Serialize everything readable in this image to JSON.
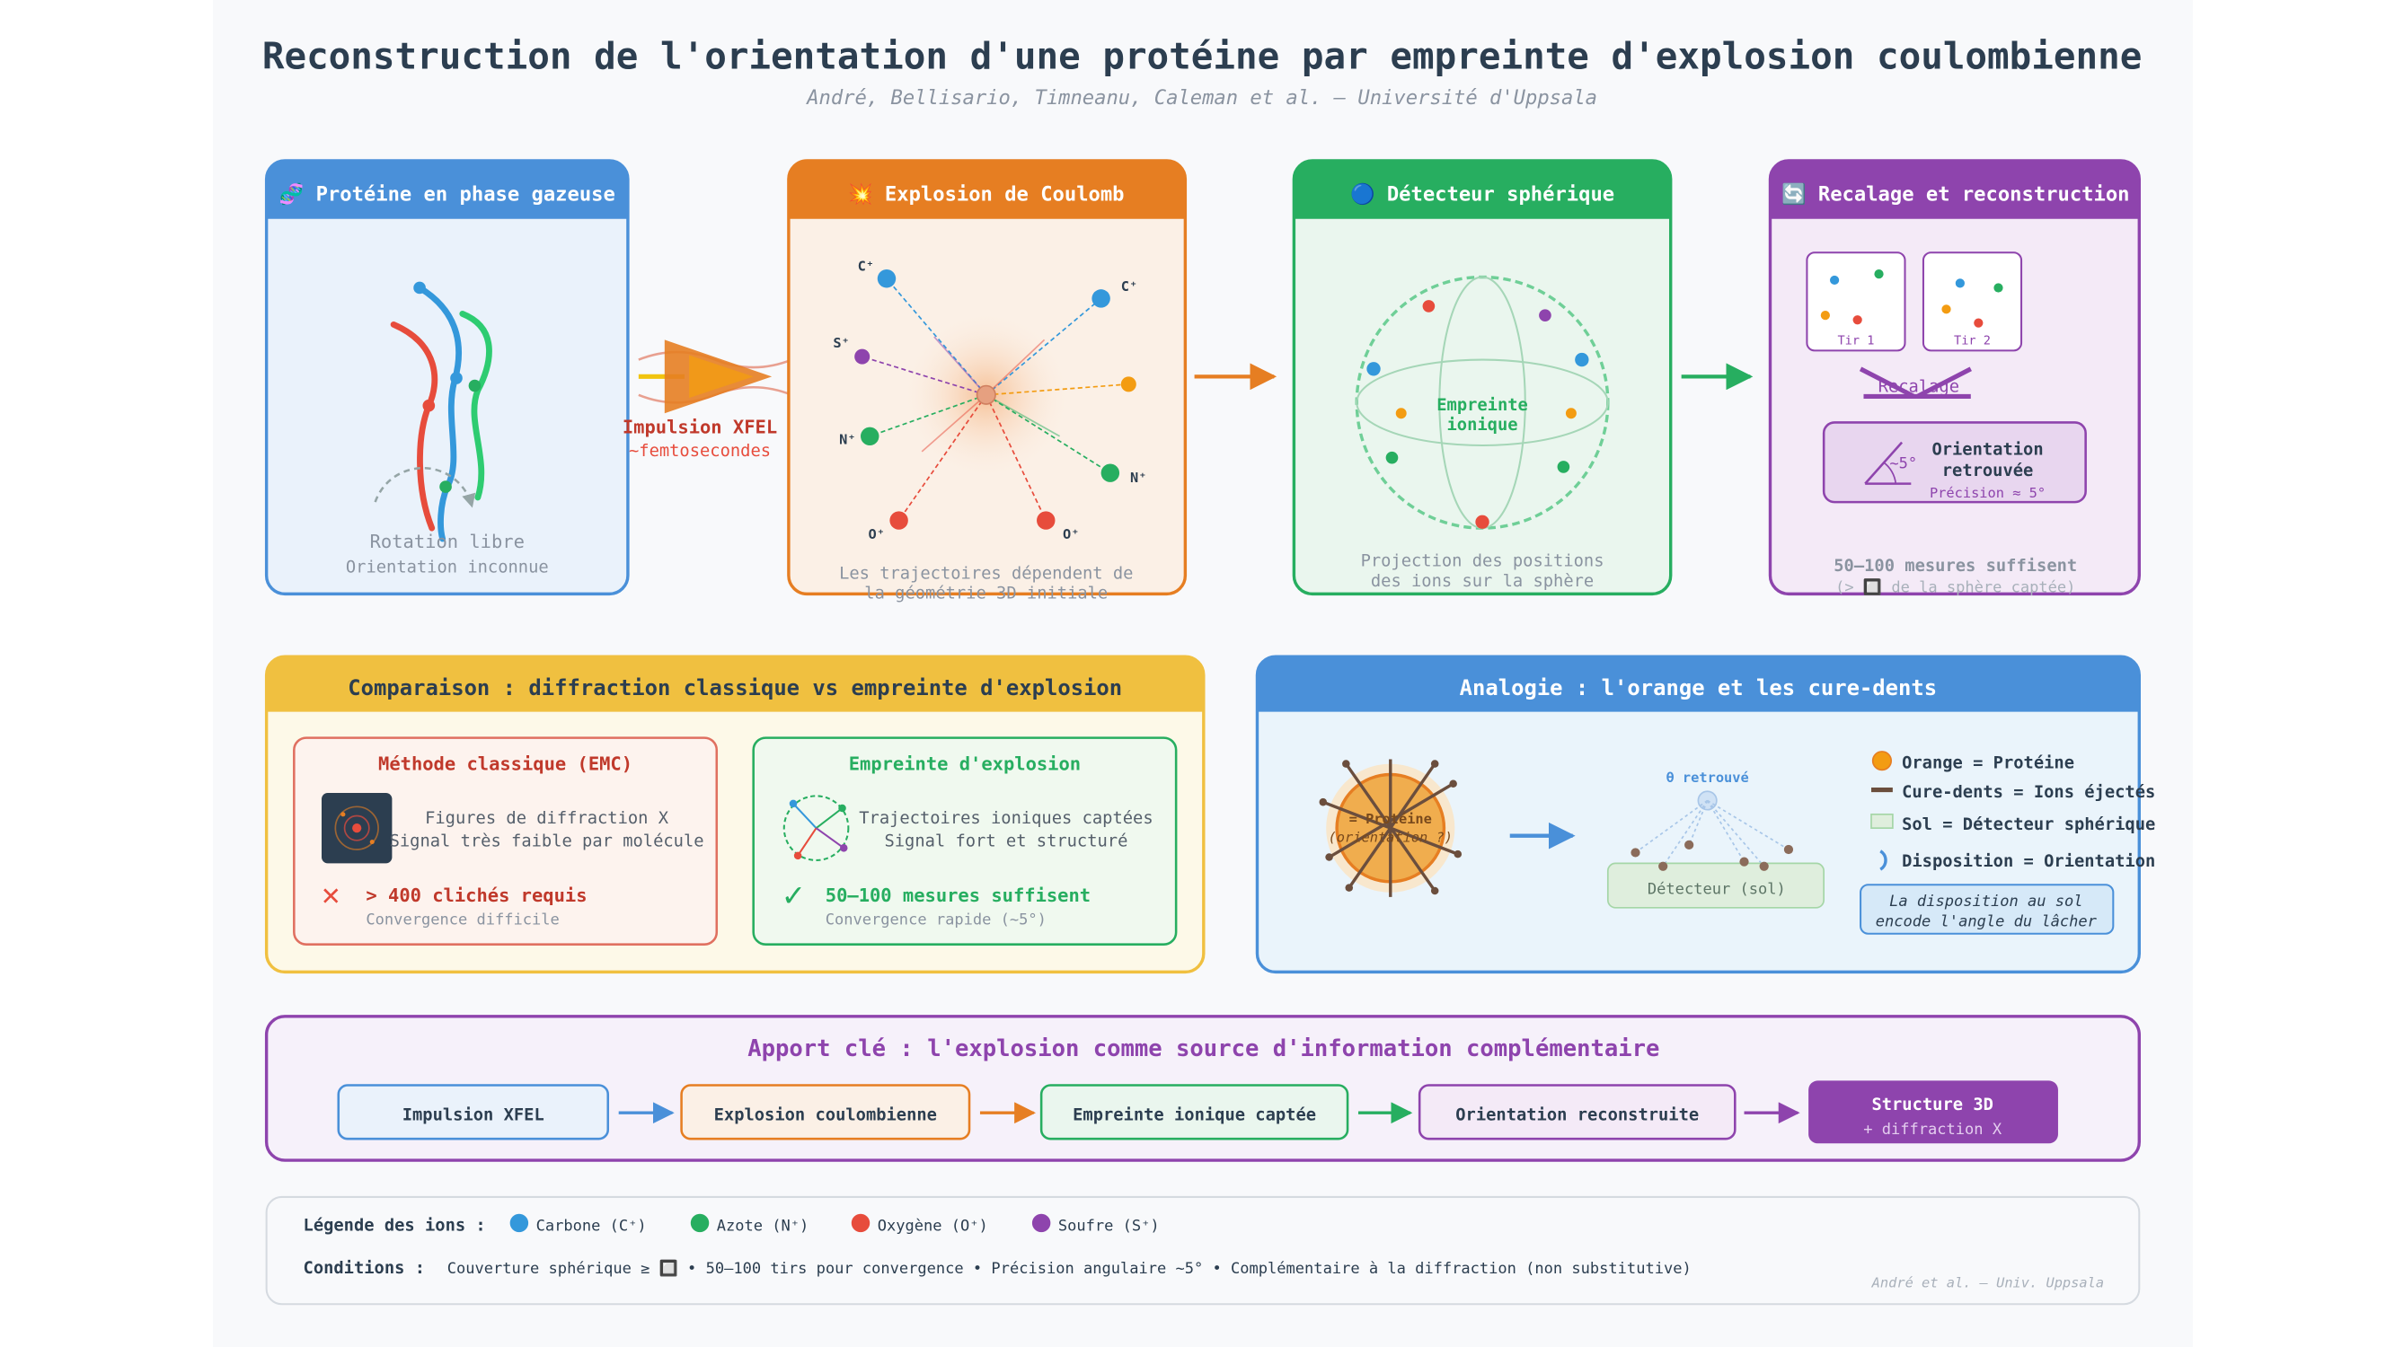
{
  "header": {
    "title": "Reconstruction de l'orientation d'une protéine par empreinte d'explosion coulombienne",
    "subtitle": "André, Bellisario, Timneanu, Caleman et al. — Université d'Uppsala"
  },
  "colors": {
    "blue": "#4a90d9",
    "orange": "#e67e22",
    "green": "#27ae60",
    "purple": "#8e44ad",
    "yellow": "#f0c040",
    "red": "#e74c3c",
    "carbon": "#3498db",
    "nitrogen": "#27ae60",
    "oxygen": "#e74c3c",
    "sulfur": "#8e44ad",
    "title": "#2c3e50"
  },
  "panels": {
    "protein": {
      "header": "🧬 Protéine en phase gazeuse",
      "caption1": "Rotation libre",
      "caption2": "Orientation inconnue"
    },
    "pulse": {
      "label": "Impulsion XFEL",
      "sublabel": "~femtosecondes"
    },
    "explosion": {
      "header": "💥 Explosion de Coulomb",
      "ions": [
        "C⁺",
        "C⁺",
        "S⁺",
        "N⁺",
        "N⁺",
        "O⁺",
        "O⁺"
      ],
      "caption1": "Les trajectoires dépendent de",
      "caption2": "la géométrie 3D initiale"
    },
    "detector": {
      "header": "🔵 Détecteur sphérique",
      "center1": "Empreinte",
      "center2": "ionique",
      "caption1": "Projection des positions",
      "caption2": "des ions sur la sphère"
    },
    "reconstruction": {
      "header": "🔄 Recalage et reconstruction",
      "shot1": "Tir 1",
      "shot2": "Tir 2",
      "registration": "Recalage",
      "angle": "~5°",
      "result1": "Orientation",
      "result2": "retrouvée",
      "precision": "Précision ≈ 5°",
      "caption1": "50–100 mesures suffisent",
      "caption2": "(> 🔲 de la sphère captée)"
    }
  },
  "comparison": {
    "header": "Comparaison : diffraction classique vs empreinte d'explosion",
    "classic": {
      "title": "Méthode classique (EMC)",
      "line1": "Figures de diffraction X",
      "line2": "Signal très faible par molécule",
      "mark": "✕",
      "result": "> 400 clichés requis",
      "note": "Convergence difficile"
    },
    "imprint": {
      "title": "Empreinte d'explosion",
      "line1": "Trajectoires ioniques captées",
      "line2": "Signal fort et structuré",
      "mark": "✓",
      "result": "50–100 mesures suffisent",
      "note": "Convergence rapide (~5°)"
    }
  },
  "analogy": {
    "header": "Analogie : l'orange et les cure-dents",
    "orange_label1": "= Protéine",
    "orange_label2": "(orientation ?)",
    "found": "θ retrouvé",
    "ground": "Détecteur (sol)",
    "legend": [
      "Orange = Protéine",
      "Cure-dents = Ions éjectés",
      "Sol = Détecteur sphérique",
      "Disposition = Orientation"
    ],
    "note1": "La disposition au sol",
    "note2": "encode l'angle du lâcher"
  },
  "key": {
    "header": "Apport clé : l'explosion comme source d'information complémentaire",
    "steps": [
      "Impulsion XFEL",
      "Explosion coulombienne",
      "Empreinte ionique captée",
      "Orientation reconstruite",
      "Structure 3D"
    ],
    "final_sub": "+ diffraction X"
  },
  "legend": {
    "ions_label": "Légende des ions :",
    "ions": [
      {
        "name": "Carbone (C⁺)",
        "color": "#3498db"
      },
      {
        "name": "Azote (N⁺)",
        "color": "#27ae60"
      },
      {
        "name": "Oxygène (O⁺)",
        "color": "#e74c3c"
      },
      {
        "name": "Soufre (S⁺)",
        "color": "#8e44ad"
      }
    ],
    "conditions_label": "Conditions :",
    "conditions": "Couverture sphérique ≥ 🔲 • 50–100 tirs pour convergence • Précision angulaire ~5° • Complémentaire à la diffraction (non substitutive)",
    "credit": "André et al. — Univ. Uppsala"
  }
}
